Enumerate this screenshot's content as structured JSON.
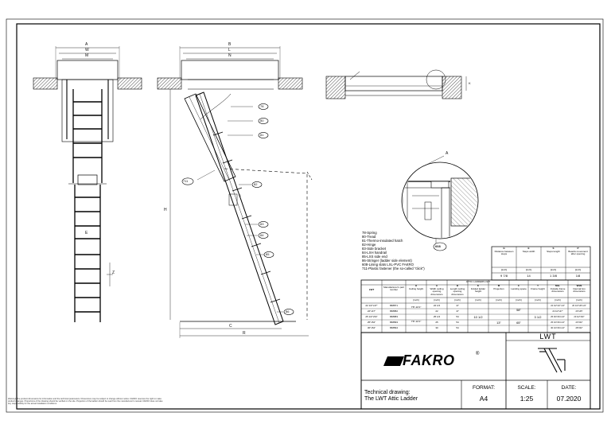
{
  "drawing": {
    "views": {
      "front": {
        "dim_labels": [
          "A",
          "W",
          "M"
        ],
        "side_labels": [
          "E",
          "Z"
        ]
      },
      "side": {
        "dim_labels": [
          "B",
          "L",
          "N"
        ],
        "height_label": "H",
        "bottom_labels": [
          "C",
          "R"
        ],
        "callouts": [
          "S"
        ]
      },
      "top": {
        "dim_labels": [
          "K"
        ]
      },
      "detail": {
        "label": "A"
      }
    },
    "bubbles": [
      "78",
      "80",
      "81",
      "81",
      "711",
      "82",
      "83",
      "84",
      "85",
      "86",
      "88",
      "608"
    ]
  },
  "legend": {
    "lines": [
      "78-Spring",
      "80-Tread",
      "81-Thermo-insulated hatch",
      "82-Hinge",
      "83-Side bracket",
      "84-LXH handrail",
      "85-LXS side end",
      "86-Stringer (ladder side element)",
      "608-Lining slats LXL-PVC FAKRO",
      "711-Plastic fastener (the so-called \"click\")"
    ]
  },
  "spec_table": {
    "caption": "ATTIC LADDERS LWT",
    "headers": [
      {
        "code": "LWT",
        "desc": ""
      },
      {
        "code": "",
        "desc": "Manufacturer's part number"
      },
      {
        "code": "H",
        "desc": "Ceiling height"
      },
      {
        "code": "A",
        "desc": "Width ceiling opening dimensions"
      },
      {
        "code": "B",
        "desc": "Length ceiling opening dimensions"
      },
      {
        "code": "K",
        "desc": "Folded ladder height"
      },
      {
        "code": "M",
        "desc": "Projection"
      },
      {
        "code": "C",
        "desc": "Landing space"
      },
      {
        "code": "T",
        "desc": "Frame height"
      },
      {
        "code": "MxL",
        "desc": "Outside frame dimensions"
      },
      {
        "code": "WxN",
        "desc": "Internal box dimensions"
      }
    ],
    "top_headers": [
      {
        "code": "G",
        "desc": "Distance between steps"
      },
      {
        "code": "E",
        "desc": "Steps width"
      },
      {
        "code": "S",
        "desc": "Steps length"
      },
      {
        "code": "P",
        "desc": "Boards movement after opening"
      }
    ],
    "top_units": [
      "[inch]",
      "[inch]",
      "[inch]",
      "[inch]"
    ],
    "top_values": [
      "9 7/8",
      "14",
      "1 3/8",
      "1/8"
    ],
    "units": [
      "",
      "",
      "[inch]",
      "[inch]",
      "[inch]",
      "[inch]",
      "[inch]",
      "[inch]",
      "[inch]",
      "[inch]",
      "[inch]"
    ],
    "rows": [
      [
        "22 1/2\"x47\"",
        "868871",
        "7'8\"-10'1\"",
        "22 1/2",
        "47",
        "",
        "",
        "",
        "",
        "",
        ""
      ],
      [
        "22\"x47\"",
        "868882",
        "",
        "22",
        "47",
        "",
        "",
        "",
        "",
        "",
        ""
      ],
      [
        "25 1/2\"x54\"",
        "868883",
        "",
        "25 1/2",
        "54",
        "",
        "",
        "",
        "",
        "",
        ""
      ],
      [
        "25\"x54\"",
        "868893",
        "7'8\"-10'1\"",
        "25",
        "54",
        "",
        "",
        "",
        "",
        "",
        ""
      ],
      [
        "30\"x54\"",
        "868894",
        "",
        "30",
        "54",
        "",
        "",
        "",
        "",
        "",
        ""
      ]
    ],
    "merged": {
      "k": "10 1/2",
      "m": "13\"",
      "c1": "58\"",
      "c2": "65\"",
      "t": "3 1/2"
    },
    "mxl": [
      "22 1/2\"x47 1/4\"",
      "22 1/2\"x47\"",
      "25 3/4\"x54 1/4\"",
      "25 1/4\"x54 1/4\"",
      "30 1/4\"x54 1/4\""
    ],
    "wxn": [
      "20 1/2\"x45 1/4\"",
      "20\"x45\"",
      "23 1/2\"x52\"",
      "23\"x52\"",
      "28\"x52\""
    ]
  },
  "title_block": {
    "model": "LWT",
    "brand": "FAKRO",
    "brand_reg": "®",
    "title_line1": "Technical drawing:",
    "title_line2": "The LWT Attic Ladder",
    "format_label": "FORMAT:",
    "format_value": "A4",
    "scale_label": "SCALE:",
    "scale_value": "1:25",
    "date_label": "DATE:",
    "date_value": "07.2020"
  },
  "disclaimer": "Warning! The product dimensions for information and the technical parameters. Dimensions may be subject to change without notice. FAKRO reserves the right to make product changes. Proportions of the drawing should be verified on the site. Projection of the ladder should be read from the manufacturer's manual. FAKRO does not take any responsibility for the actual installation conditions."
}
